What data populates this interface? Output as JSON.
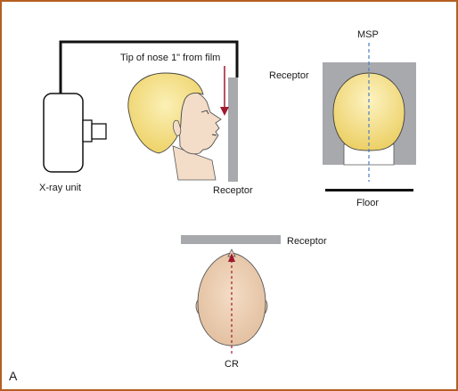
{
  "labels": {
    "tip_of_nose": "Tip of nose 1\" from film",
    "receptor_side": "Receptor",
    "receptor_front": "Receptor",
    "receptor_top": "Receptor",
    "xray_unit": "X-ray unit",
    "msp": "MSP",
    "floor": "Floor",
    "cr": "CR",
    "figure_letter": "A"
  },
  "colors": {
    "frame_border": "#b45f22",
    "hair_blonde": "#f3dc7c",
    "skin": "#f3ddc8",
    "top_head_skin": "#e8c9ad",
    "receptor_gray": "#a8a9ad",
    "central_ray": "#a0182f",
    "msp_line": "#4a7fc0"
  }
}
